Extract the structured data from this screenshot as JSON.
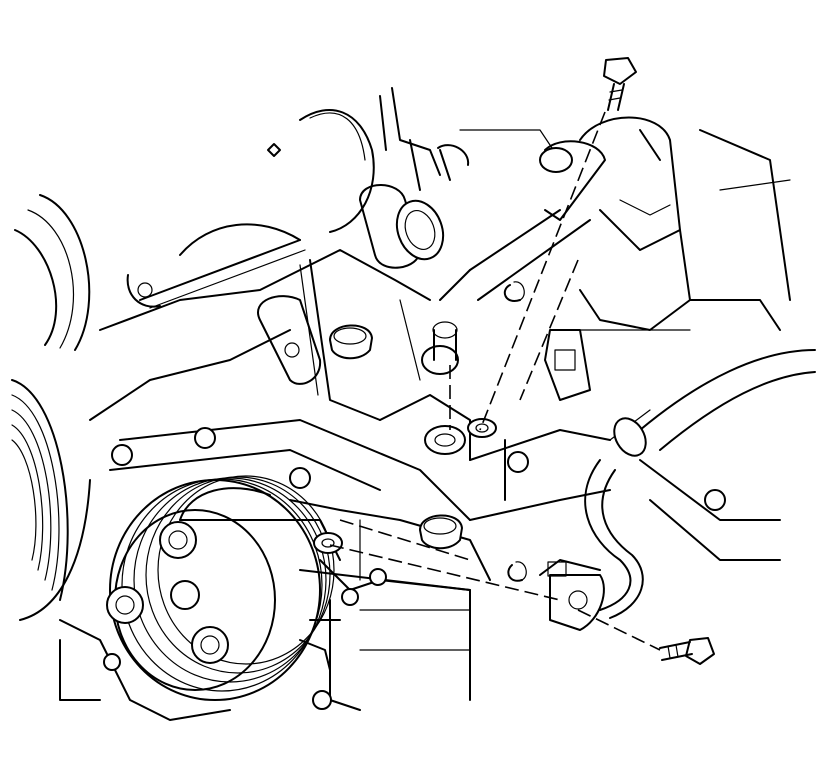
{
  "figure": {
    "kind": "exploded-assembly-line-drawing",
    "background_color": "#ffffff",
    "line_color": "#000000",
    "parts": [
      "drive-belt-pulleys",
      "ac-compressor",
      "compressor-clutch-pulley",
      "thermostat-housing",
      "engine-block",
      "ac-hose-assembly",
      "upper-hose-mounting-block",
      "lower-hose-mounting-block",
      "upper-bolt",
      "lower-bolt",
      "upper-o-ring",
      "lower-o-ring",
      "upper-port-cap",
      "lower-port-cap",
      "upper-sealing-washer",
      "lower-sealing-washer"
    ]
  }
}
